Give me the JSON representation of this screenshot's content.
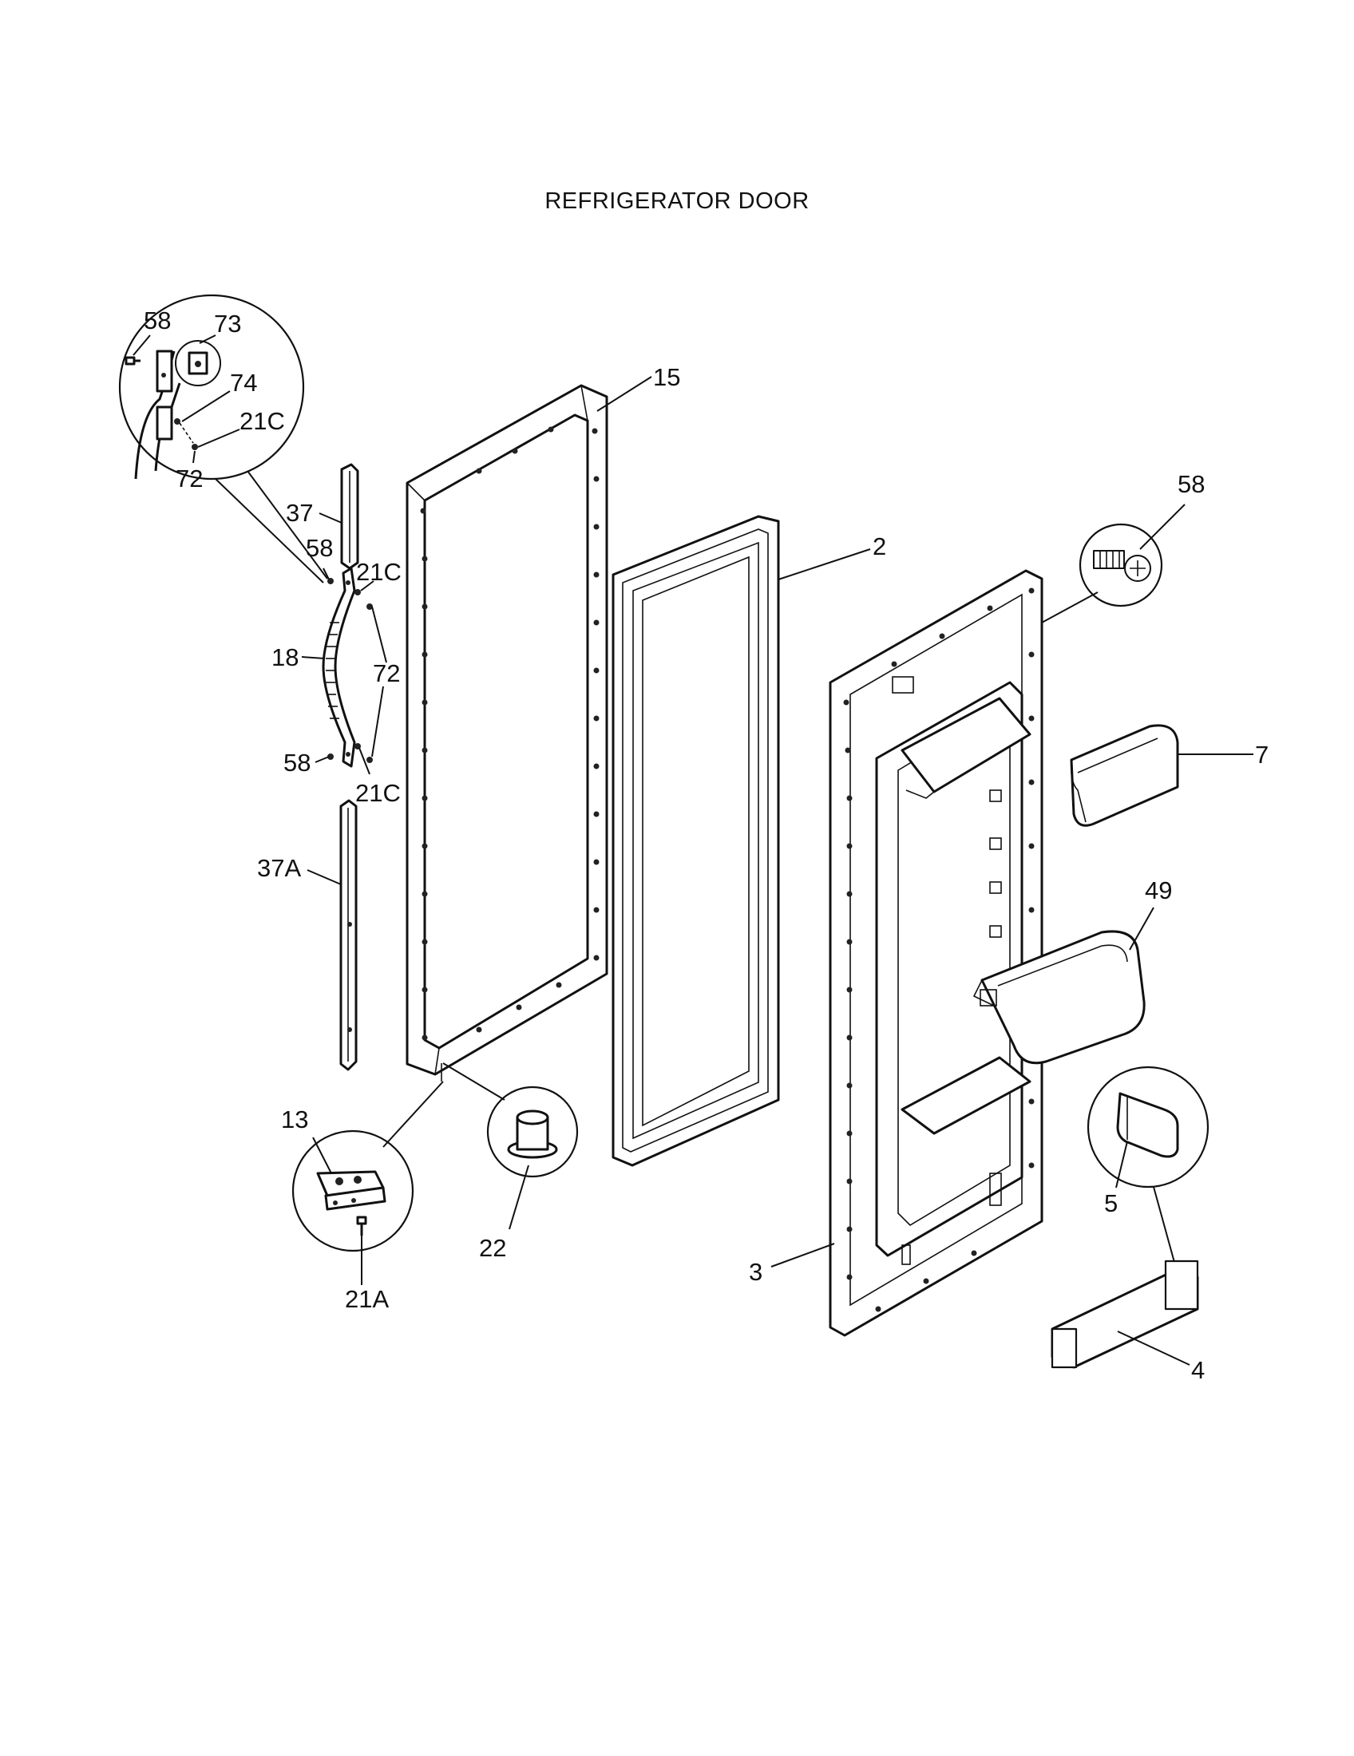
{
  "title": "REFRIGERATOR DOOR",
  "labels": {
    "p15": "15",
    "p2": "2",
    "p58_right": "58",
    "p7": "7",
    "p49": "49",
    "p5": "5",
    "p3": "3",
    "p4": "4",
    "p22": "22",
    "p13": "13",
    "p21a": "21A",
    "p37": "37",
    "p58_a": "58",
    "p21c_a": "21C",
    "p18": "18",
    "p72": "72",
    "p58_b": "58",
    "p21c_b": "21C",
    "p37a": "37A",
    "d58": "58",
    "d73": "73",
    "d74": "74",
    "d21c": "21C",
    "d72": "72"
  },
  "icons": [
    "screw-icon",
    "hinge-icon",
    "door-stop-icon",
    "handle-icon",
    "shelf-bin-icon"
  ]
}
